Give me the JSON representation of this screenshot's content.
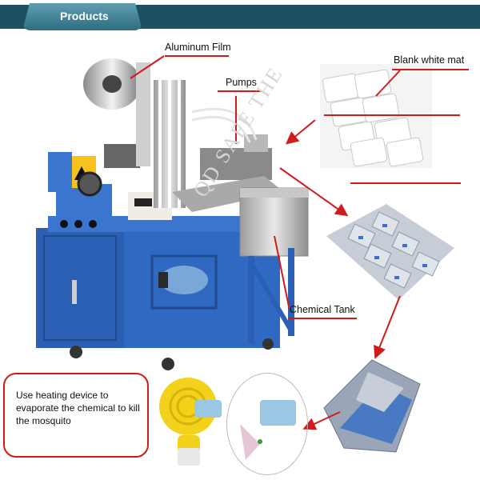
{
  "header": {
    "title": "Products"
  },
  "labels": {
    "aluminum_film": "Aluminum Film",
    "pumps": "Pumps",
    "blank_mat": "Blank white mat",
    "chemical_tank": "Chemical Tank",
    "callout": "Use heating device to evaporate the chemical to kill the mosquito"
  },
  "watermark": "QD SAFE THE"
}
